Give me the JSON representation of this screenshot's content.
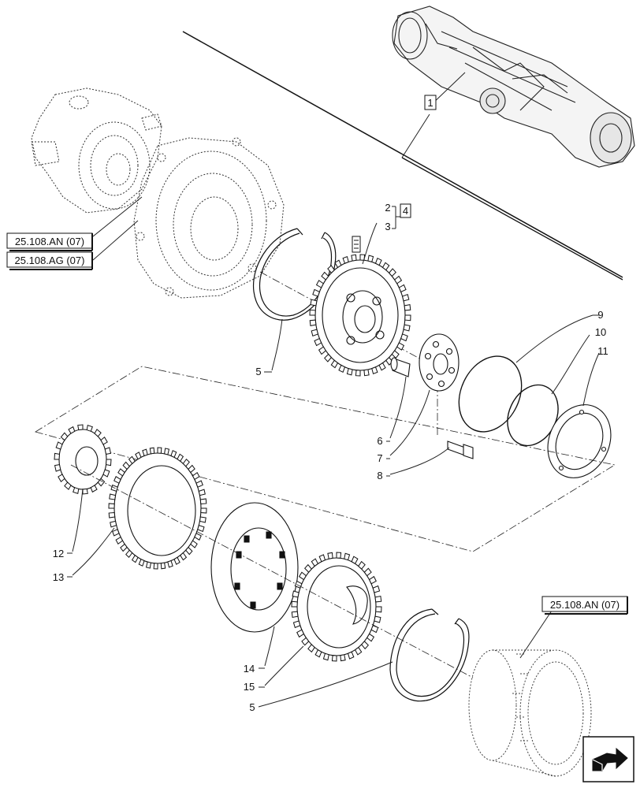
{
  "references": {
    "ref_an_top": "25.108.AN (07)",
    "ref_ag": "25.108.AG (07)",
    "ref_an_bottom": "25.108.AN (07)"
  },
  "boxed_callouts": {
    "assembly": "1",
    "group": "4"
  },
  "callouts": {
    "c2": "2",
    "c3": "3",
    "c5_top": "5",
    "c5_bottom": "5",
    "c6": "6",
    "c7": "7",
    "c8": "8",
    "c9": "9",
    "c10": "10",
    "c11": "11",
    "c12": "12",
    "c13": "13",
    "c14": "14",
    "c15": "15"
  },
  "icons": {
    "nav": "next-page-arrow-icon"
  }
}
